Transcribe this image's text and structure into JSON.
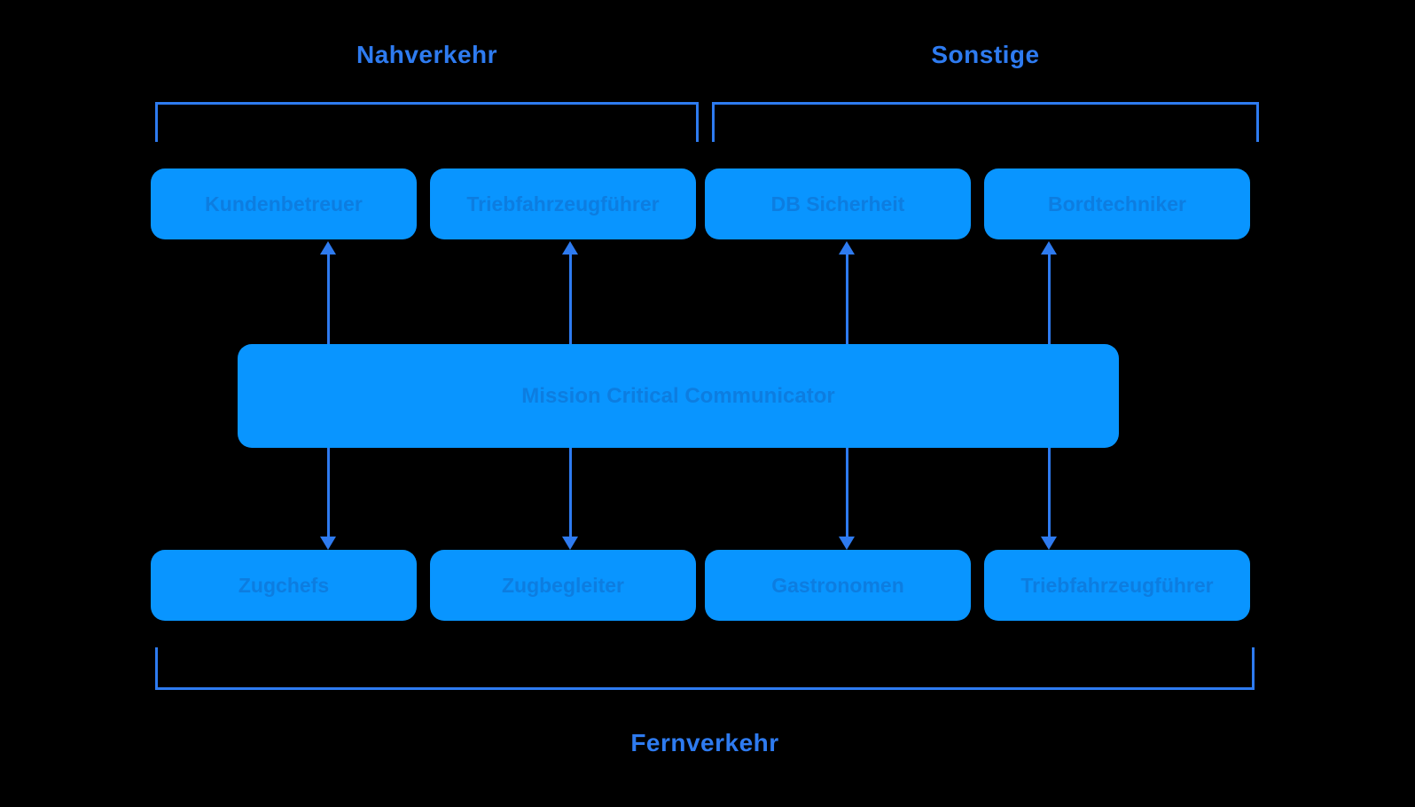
{
  "colors": {
    "background": "#000000",
    "accent": "#2e7bf0",
    "node_fill": "#0995ff",
    "node_text": "#0d7de0"
  },
  "brackets": {
    "nahverkehr": {
      "label": "Nahverkehr"
    },
    "sonstige": {
      "label": "Sonstige"
    },
    "fernverkehr": {
      "label": "Fernverkehr"
    }
  },
  "nodes": {
    "top": [
      {
        "label": "Kundenbetreuer"
      },
      {
        "label": "Triebfahrzeugführer"
      },
      {
        "label": "DB Sicherheit"
      },
      {
        "label": "Bordtechniker"
      }
    ],
    "center": {
      "label": "Mission Critical Communicator"
    },
    "bottom": [
      {
        "label": "Zugchefs"
      },
      {
        "label": "Zugbegleiter"
      },
      {
        "label": "Gastronomen"
      },
      {
        "label": "Triebfahrzeugführer"
      }
    ]
  }
}
